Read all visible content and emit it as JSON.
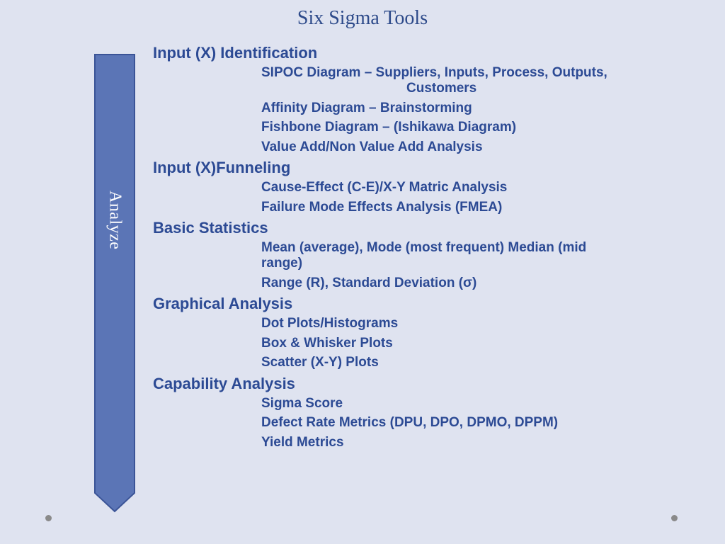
{
  "title": "Six Sigma Tools",
  "arrow": {
    "label": "Analyze",
    "fill": "#5b75b6",
    "stroke": "#3b5497"
  },
  "sections": [
    {
      "heading": "Input (X) Identification",
      "items": [
        {
          "line1": "SIPOC Diagram – Suppliers, Inputs, Process, Outputs,",
          "line2": "Customers"
        },
        {
          "line1": "Affinity Diagram – Brainstorming"
        },
        {
          "line1": "Fishbone Diagram – (Ishikawa Diagram)"
        },
        {
          "line1": "Value Add/Non Value Add Analysis"
        }
      ]
    },
    {
      "heading": "Input (X)Funneling",
      "items": [
        {
          "line1": "Cause-Effect (C-E)/X-Y Matric Analysis"
        },
        {
          "line1": "Failure Mode Effects Analysis (FMEA)"
        }
      ]
    },
    {
      "heading": "Basic Statistics",
      "items": [
        {
          "line1": "Mean (average), Mode (most frequent) Median (mid",
          "line2": "range)"
        },
        {
          "line1": "Range (R), Standard Deviation (σ)"
        }
      ]
    },
    {
      "heading": "Graphical Analysis",
      "items": [
        {
          "line1": "Dot Plots/Histograms"
        },
        {
          "line1": "Box & Whisker Plots"
        },
        {
          "line1": "Scatter (X-Y) Plots"
        }
      ]
    },
    {
      "heading": "Capability Analysis",
      "items": [
        {
          "line1": "Sigma Score"
        },
        {
          "line1": "Defect Rate Metrics (DPU, DPO, DPMO, DPPM)"
        },
        {
          "line1": "Yield Metrics"
        }
      ]
    }
  ]
}
